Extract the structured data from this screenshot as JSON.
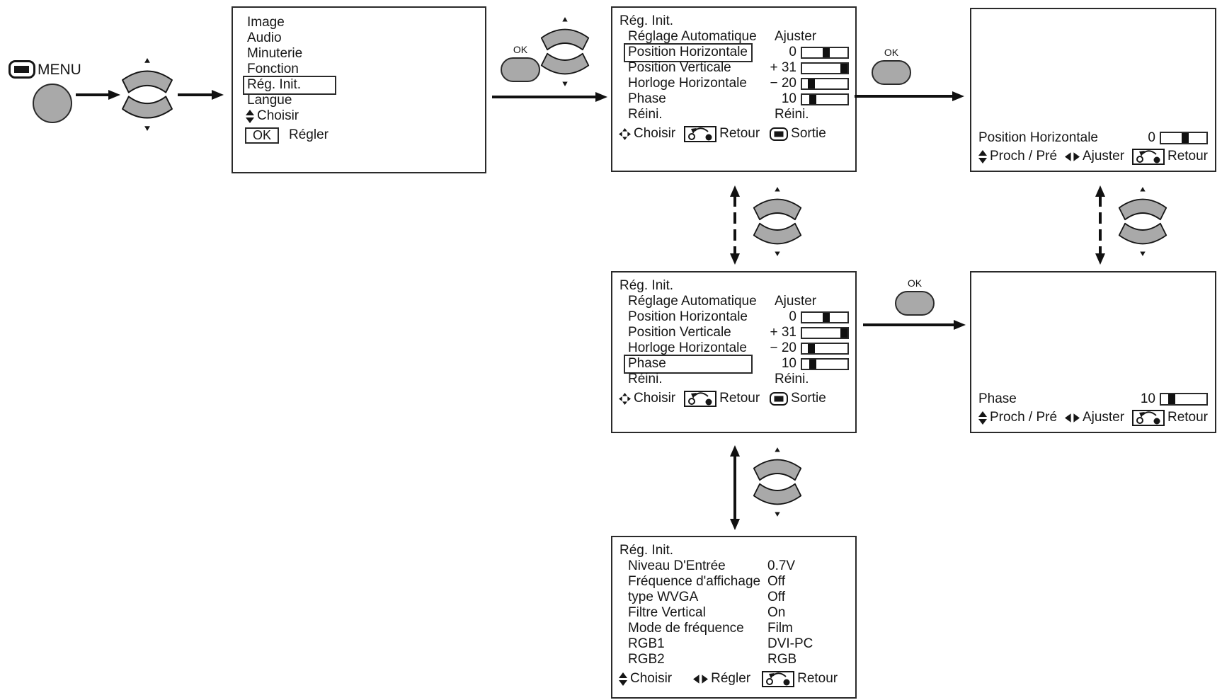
{
  "colors": {
    "button_fill": "#a9a9a9",
    "ink": "#161616"
  },
  "remote": {
    "menu_label": "MENU",
    "ok_label": "OK"
  },
  "main_menu": {
    "items": [
      "Image",
      "Audio",
      "Minuterie",
      "Fonction",
      "Rég. Init.",
      "Langue"
    ],
    "selected_item": "Rég. Init.",
    "footer": {
      "choisir": "Choisir",
      "ok": "OK",
      "regler": "Régler"
    }
  },
  "reg_init_menu_1": {
    "title": "Rég. Init.",
    "selected_row": "Position Horizontale",
    "rows": [
      {
        "label": "Réglage Automatique",
        "value": "Ajuster"
      },
      {
        "label": "Position Horizontale",
        "value": "0",
        "slider_pct": 46
      },
      {
        "label": "Position Verticale",
        "value": "+ 31",
        "slider_pct": 84
      },
      {
        "label": "Horloge Horizontale",
        "value": "− 20",
        "slider_pct": 13
      },
      {
        "label": "Phase",
        "value": "10",
        "slider_pct": 15
      },
      {
        "label": "Réini.",
        "value": "Réini."
      }
    ],
    "footer": {
      "choisir": "Choisir",
      "retour": "Retour",
      "sortie": "Sortie"
    }
  },
  "reg_init_menu_2": {
    "title": "Rég. Init.",
    "selected_row": "Phase",
    "rows": [
      {
        "label": "Réglage Automatique",
        "value": "Ajuster"
      },
      {
        "label": "Position Horizontale",
        "value": "0",
        "slider_pct": 46
      },
      {
        "label": "Position Verticale",
        "value": "+ 31",
        "slider_pct": 84
      },
      {
        "label": "Horloge Horizontale",
        "value": "− 20",
        "slider_pct": 13
      },
      {
        "label": "Phase",
        "value": "10",
        "slider_pct": 15
      },
      {
        "label": "Réini.",
        "value": "Réini."
      }
    ],
    "footer": {
      "choisir": "Choisir",
      "retour": "Retour",
      "sortie": "Sortie"
    }
  },
  "detail_position_horizontale": {
    "label": "Position Horizontale",
    "value": "0",
    "slider_pct": 46,
    "footer": {
      "proch_pre": "Proch / Pré",
      "ajuster": "Ajuster",
      "retour": "Retour"
    }
  },
  "detail_phase": {
    "label": "Phase",
    "value": "10",
    "slider_pct": 15,
    "footer": {
      "proch_pre": "Proch / Pré",
      "ajuster": "Ajuster",
      "retour": "Retour"
    }
  },
  "reg_init_menu_advanced": {
    "title": "Rég. Init.",
    "rows": [
      {
        "label": "Niveau D'Entrée",
        "value": "0.7V"
      },
      {
        "label": "Fréquence d'affichage",
        "value": "Off"
      },
      {
        "label": "type WVGA",
        "value": "Off"
      },
      {
        "label": "Filtre Vertical",
        "value": "On"
      },
      {
        "label": "Mode de fréquence",
        "value": "Film"
      },
      {
        "label": "RGB1",
        "value": "DVI-PC"
      },
      {
        "label": "RGB2",
        "value": "RGB"
      }
    ],
    "footer": {
      "choisir": "Choisir",
      "regler": "Régler",
      "retour": "Retour"
    }
  }
}
